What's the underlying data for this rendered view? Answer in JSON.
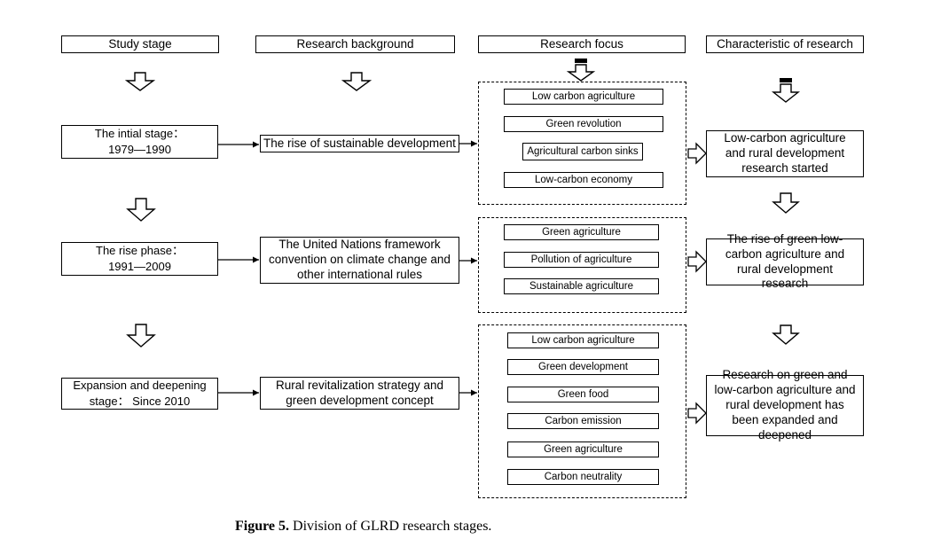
{
  "headers": {
    "study_stage": "Study stage",
    "research_background": "Research background",
    "research_focus": "Research focus",
    "characteristic": "Characteristic of research"
  },
  "stages": [
    {
      "line1": "The intial stage：",
      "line2": "1979—1990"
    },
    {
      "line1": "The rise phase：",
      "line2": "1991—2009"
    },
    {
      "line1": "Expansion and deepening",
      "line2": "stage： Since 2010"
    }
  ],
  "backgrounds": [
    "The rise of sustainable development",
    "The United Nations framework convention on climate change and other international rules",
    "Rural revitalization strategy and green development concept"
  ],
  "focus_groups": [
    [
      "Low carbon agriculture",
      "Green revolution",
      "Agricultural carbon sinks",
      "Low-carbon economy"
    ],
    [
      "Green agriculture",
      "Pollution of agriculture",
      "Sustainable agriculture"
    ],
    [
      "Low carbon agriculture",
      "Green development",
      "Green food",
      "Carbon emission",
      "Green agriculture",
      "Carbon neutrality"
    ]
  ],
  "characteristics": [
    "Low-carbon agriculture and rural development research started",
    "The rise of green low-carbon agriculture and rural development research",
    "Research on green and low-carbon agriculture and rural development has been expanded and deepened"
  ],
  "caption": {
    "label": "Figure 5.",
    "text": " Division of GLRD research stages."
  }
}
